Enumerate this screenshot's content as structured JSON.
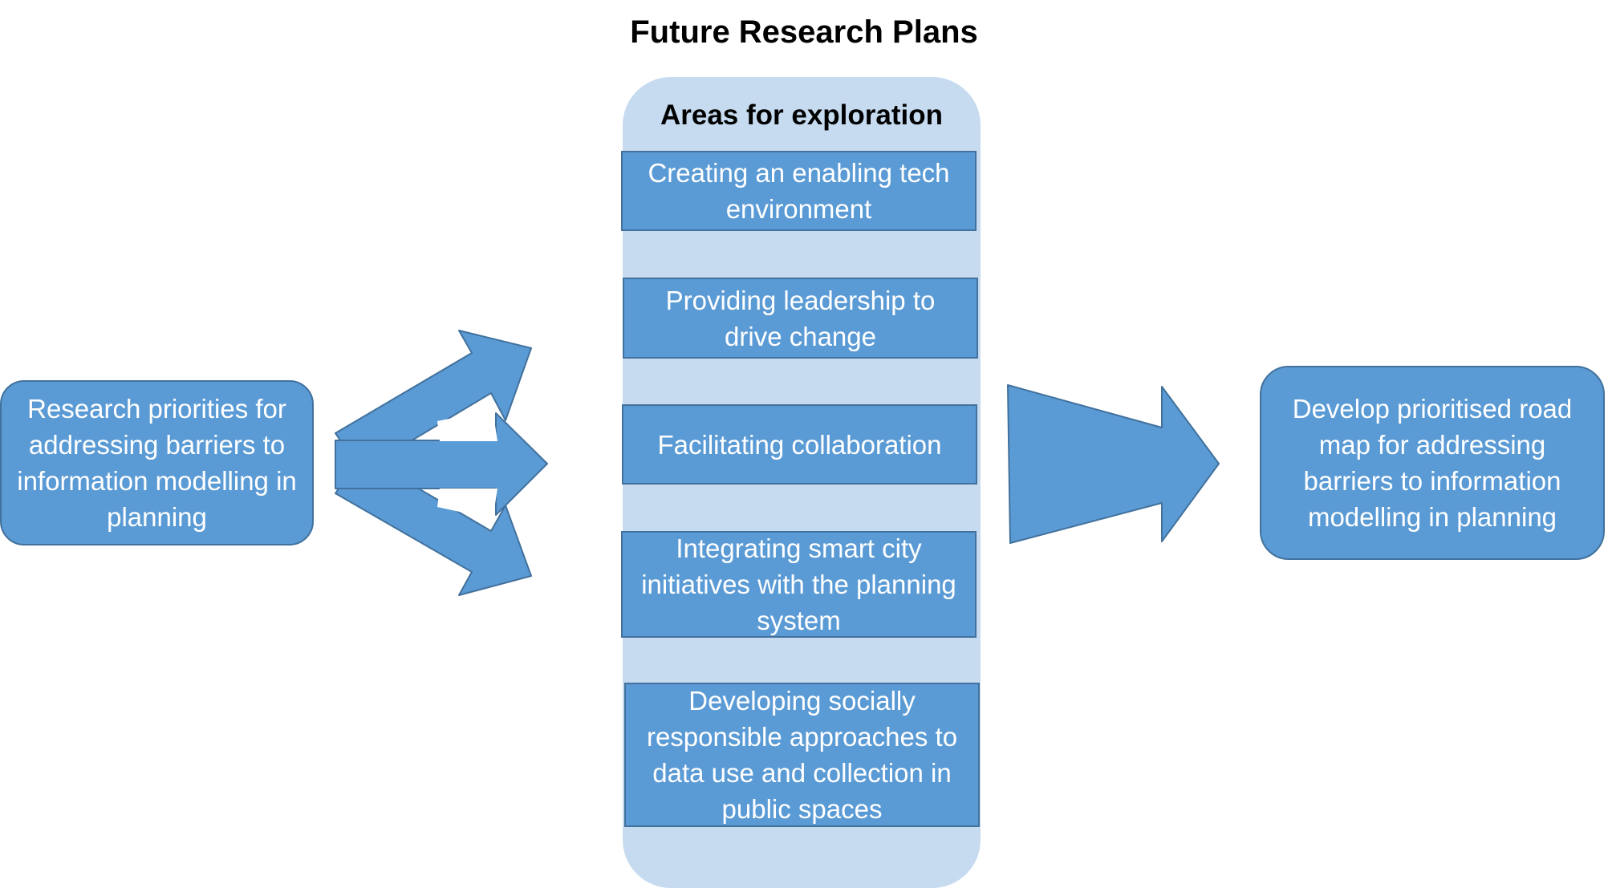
{
  "title": "Future Research Plans",
  "left_box": {
    "text": "Research priorities for addressing barriers to information modelling in planning"
  },
  "panel": {
    "heading": "Areas for exploration",
    "areas": [
      "Creating an enabling tech environment",
      "Providing leadership to drive change",
      "Facilitating collaboration",
      "Integrating smart city initiatives with the planning system",
      "Developing socially responsible approaches to data use and collection in public spaces"
    ]
  },
  "right_box": {
    "text": "Develop prioritised road map for addressing barriers to information modelling in planning"
  },
  "colors": {
    "box_fill": "#5b9bd5",
    "box_border": "#41719c",
    "panel_fill": "#c6dbf0",
    "text_on_box": "#ffffff"
  }
}
